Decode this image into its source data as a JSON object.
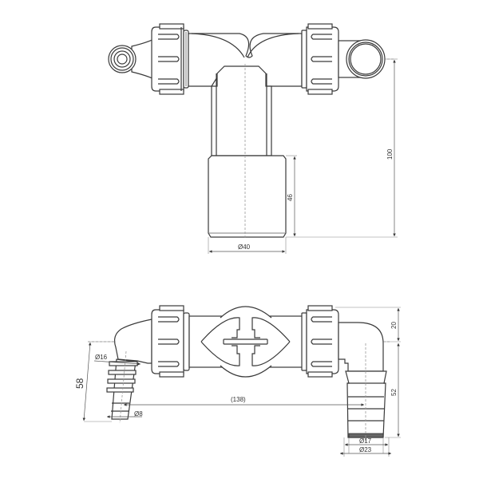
{
  "drawing": {
    "top_view": {
      "dimensions": {
        "height_total": "100",
        "sleeve_height": "46",
        "sleeve_diameter": "Ø40"
      }
    },
    "front_view": {
      "dimensions": {
        "left_spout_height": "58",
        "left_spout_outer_diameter": "Ø16",
        "left_spout_tip_diameter": "Ø8",
        "center_distance": "(138)",
        "right_elbow_offset": "20",
        "right_spout_length": "52",
        "right_spout_inner_diameter": "Ø17",
        "right_spout_outer_diameter": "Ø23"
      }
    }
  }
}
